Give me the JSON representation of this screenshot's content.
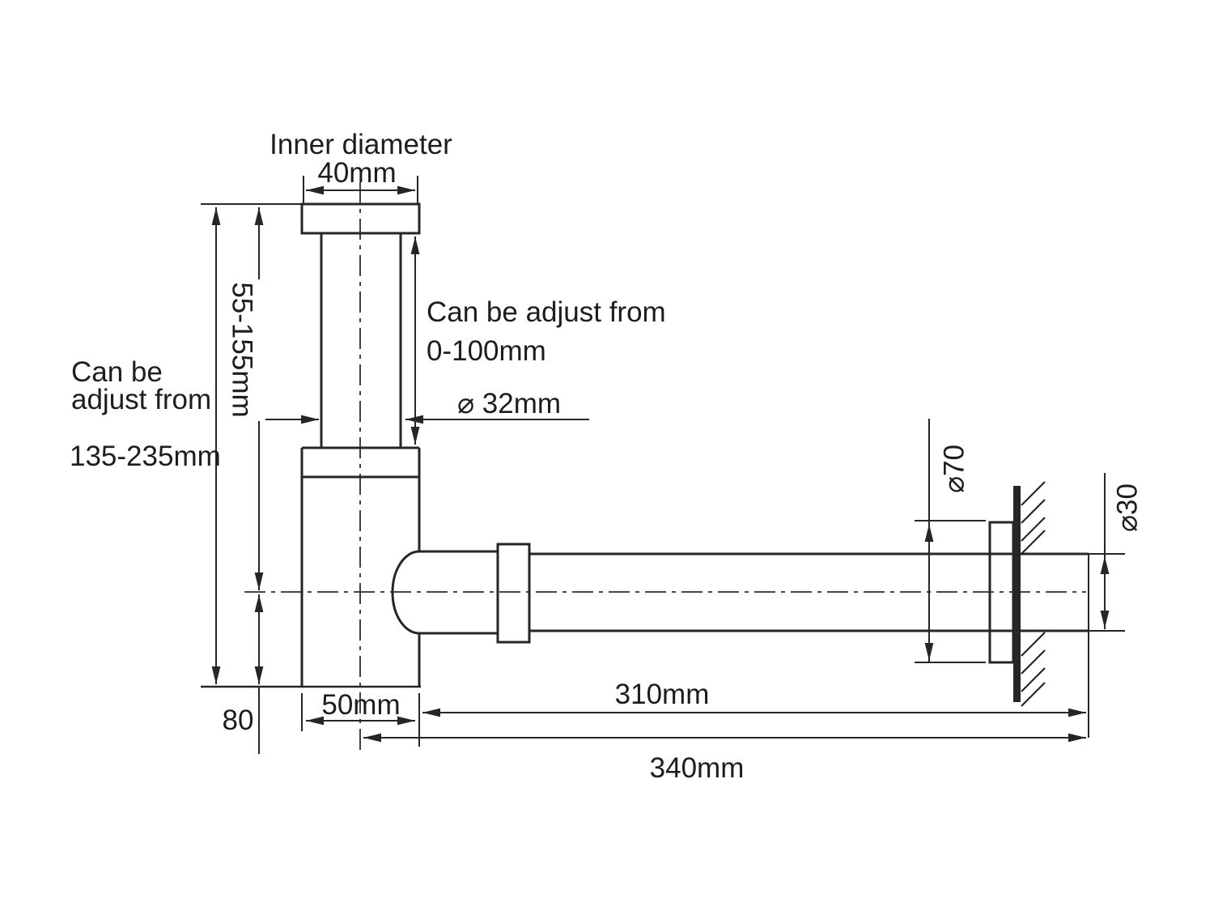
{
  "page": {
    "background": "#ffffff",
    "line_color": "#262626"
  },
  "labels": {
    "inner_diameter_title": "Inner diameter",
    "inner_diameter_value": "40mm",
    "left_note_line1": "Can be",
    "left_note_line2": "adjust from",
    "left_note_value": "135-235mm",
    "right_note_line1": "Can be adjust from",
    "right_note_value": "0-100mm",
    "tailpipe_range": "55-155mm",
    "tube_diameter": "⌀ 32mm",
    "body_width": "50mm",
    "body_depth_below_center": "80",
    "flange_diameter": "⌀70",
    "outlet_diameter": "⌀30",
    "outlet_length": "310mm",
    "overall_length": "340mm"
  }
}
